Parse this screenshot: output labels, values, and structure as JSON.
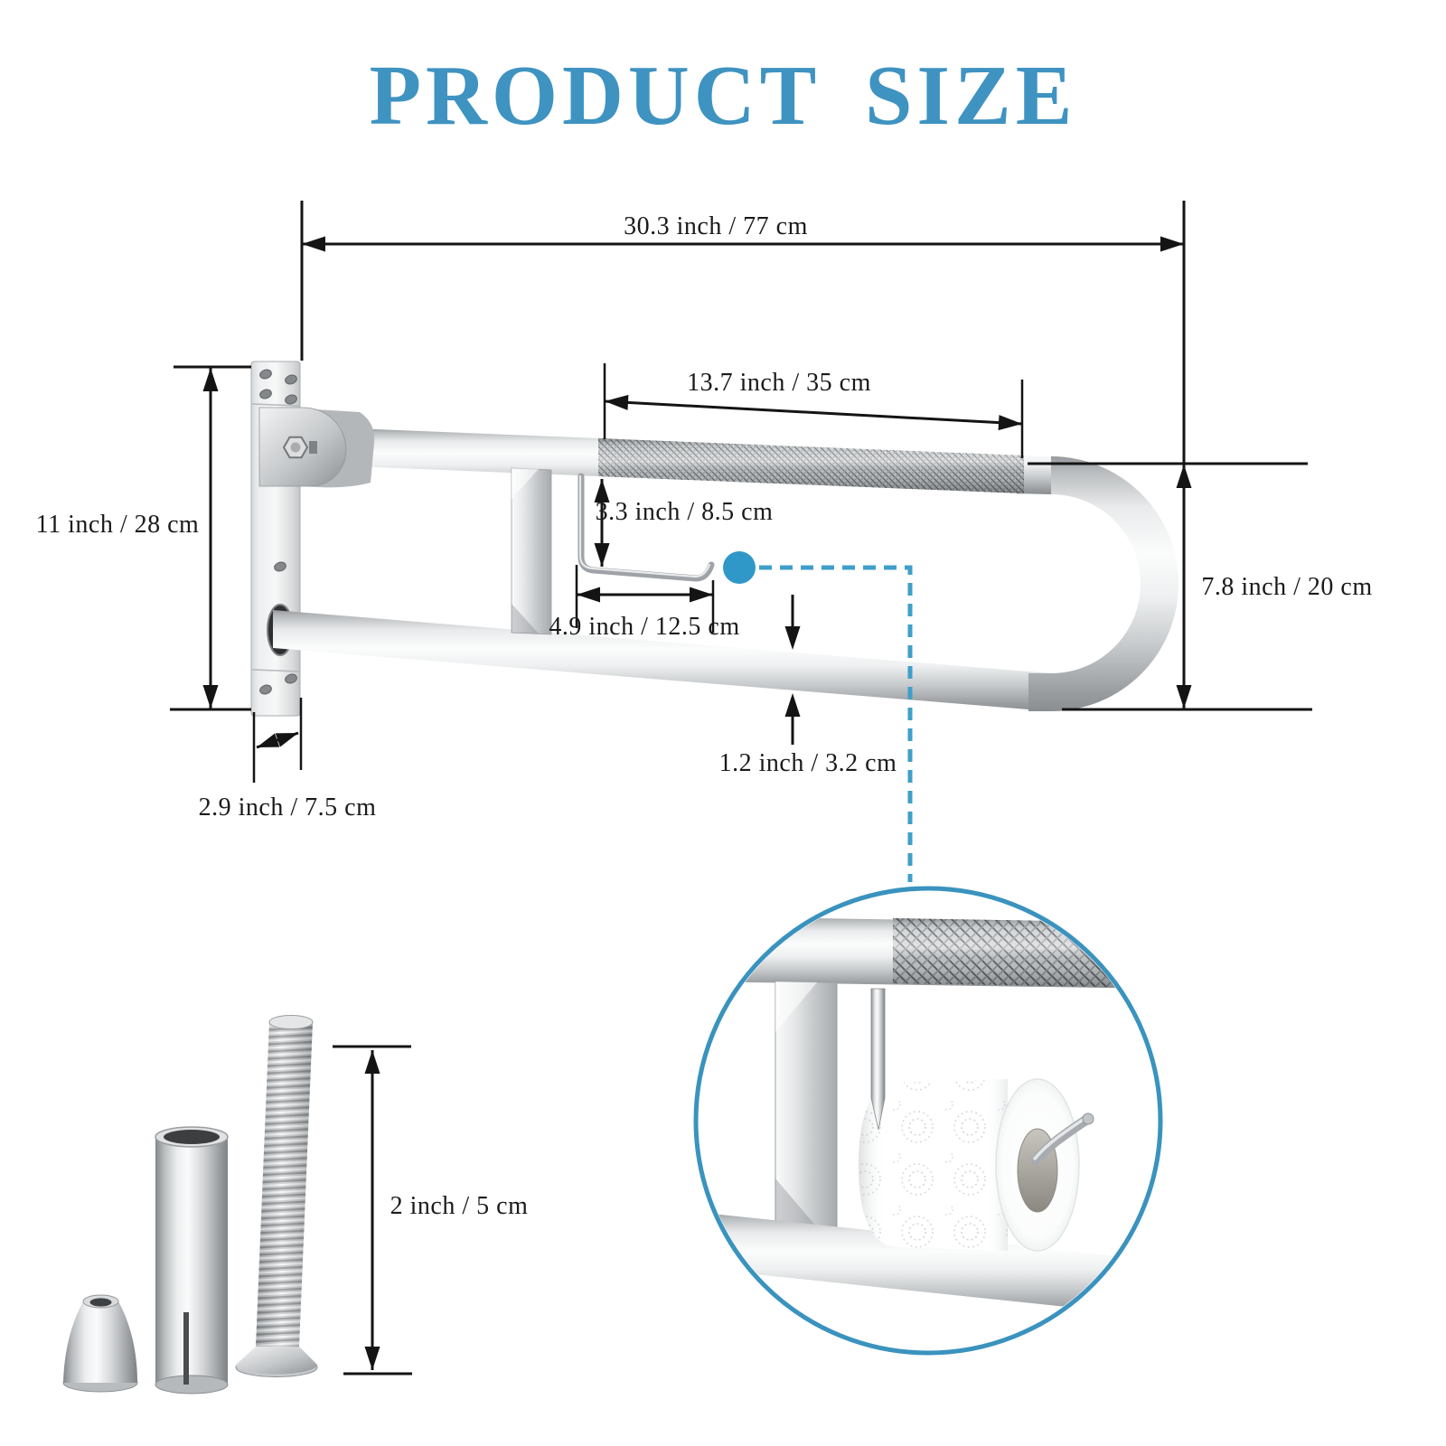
{
  "title": "PRODUCT SIZE",
  "colors": {
    "accent_blue": "#3e93c1",
    "callout_blue": "#3a93be",
    "dot_blue": "#2f98c8",
    "dimension_black": "#1a1a1a"
  },
  "dimensions": {
    "overall_length": "30.3 inch / 77 cm",
    "grip_length": "13.7 inch / 35 cm",
    "mount_plate_height": "11 inch / 28 cm",
    "paper_holder_drop": "3.3 inch / 8.5 cm",
    "paper_holder_length": "4.9 inch / 12.5 cm",
    "loop_height": "7.8 inch / 20 cm",
    "tube_diameter": "1.2 inch / 3.2 cm",
    "mount_plate_depth": "2.9 inch / 7.5 cm",
    "anchor_bolt_length": "2 inch / 5 cm"
  }
}
